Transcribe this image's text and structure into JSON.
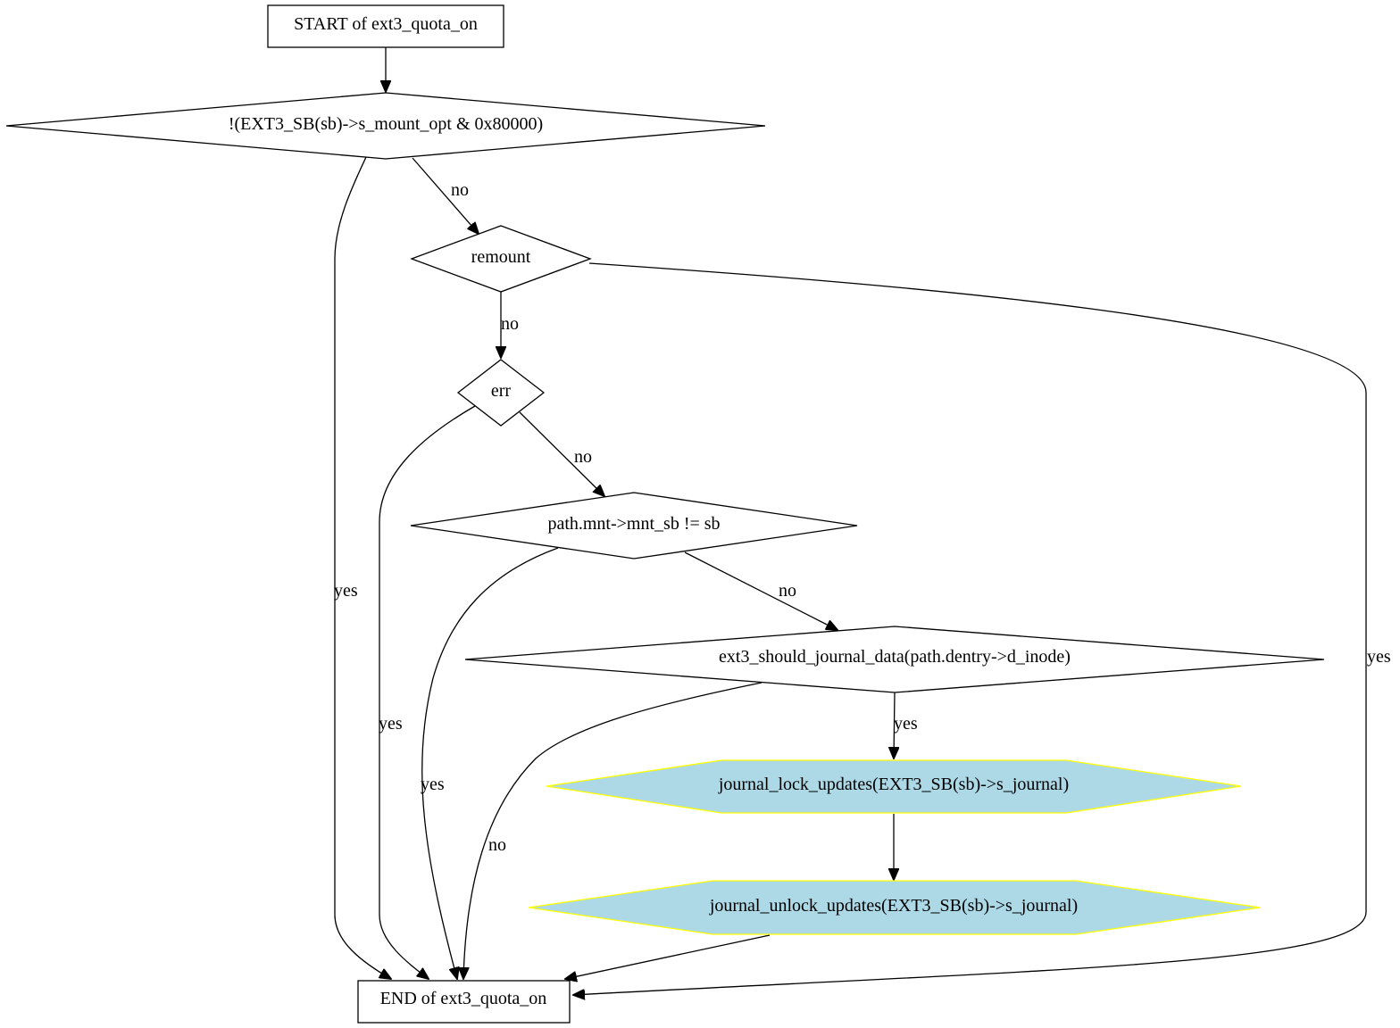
{
  "nodes": {
    "start": "START of ext3_quota_on",
    "cond_mount_opt": "!(EXT3_SB(sb)->s_mount_opt & 0x80000)",
    "cond_remount": "remount",
    "cond_err": "err",
    "cond_mnt_sb": "path.mnt->mnt_sb != sb",
    "cond_journal_data": "ext3_should_journal_data(path.dentry->d_inode)",
    "op_lock": "journal_lock_updates(EXT3_SB(sb)->s_journal)",
    "op_unlock": "journal_unlock_updates(EXT3_SB(sb)->s_journal)",
    "end": "END of ext3_quota_on"
  },
  "edges": {
    "mount_opt_yes": "yes",
    "mount_opt_no": "no",
    "remount_yes": "yes",
    "remount_no": "no",
    "err_yes": "yes",
    "err_no": "no",
    "mnt_sb_yes": "yes",
    "mnt_sb_no": "no",
    "journal_data_yes": "yes",
    "journal_data_no": "no"
  },
  "colors": {
    "operation_fill": "#add8e6",
    "operation_border": "#ffff00",
    "line": "#000000"
  }
}
